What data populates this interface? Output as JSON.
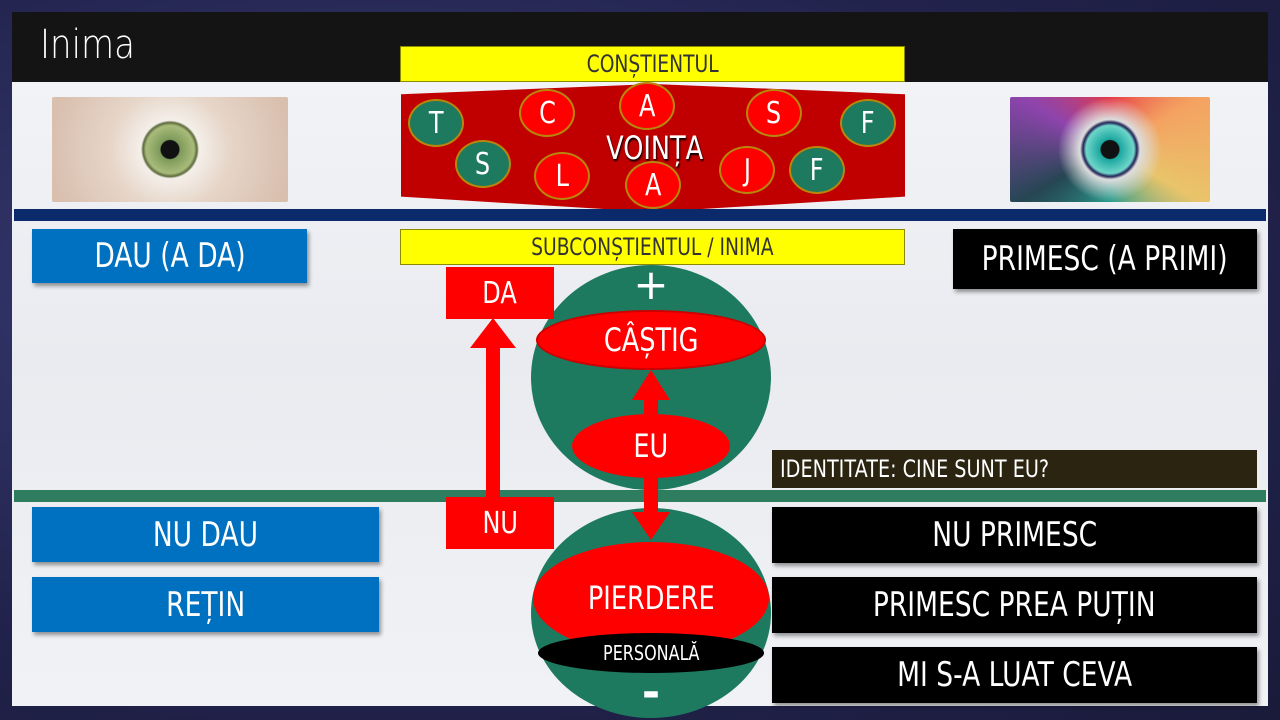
{
  "title": "Inima",
  "constient": "CONȘTIENTUL",
  "vointa": "VOINȚA",
  "letters": {
    "t": "T",
    "s1": "S",
    "c": "C",
    "l": "L",
    "a1": "A",
    "a2": "A",
    "s2": "S",
    "j": "J",
    "f1": "F",
    "f2": "F"
  },
  "subconstient": "SUBCONȘTIENTUL / INIMA",
  "left": {
    "dau": "DAU (A DA)",
    "nu_dau": "NU DAU",
    "retin": "REȚIN"
  },
  "right": {
    "primesc": "PRIMESC (A PRIMI)",
    "nu_primesc": "NU PRIMESC",
    "prea_putin": "PRIMESC PREA PUȚIN",
    "luat": "MI S-A LUAT CEVA"
  },
  "center": {
    "da": "DA",
    "nu": "NU",
    "plus": "+",
    "minus": "-",
    "castig": "CÂȘTIG",
    "eu": "EU",
    "pierdere": "PIERDERE",
    "personala": "PERSONALĂ"
  },
  "identitate": "IDENTITATE: CINE SUNT EU?",
  "colors": {
    "yellow": "#ffff00",
    "red": "#ff0000",
    "green": "#1e7a5e",
    "blue": "#0070c0",
    "navy": "#0b2a6b"
  }
}
